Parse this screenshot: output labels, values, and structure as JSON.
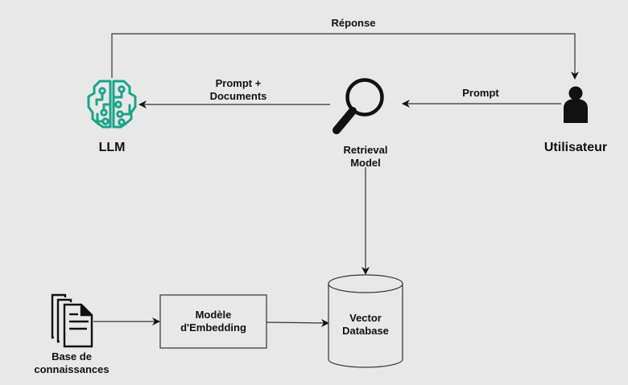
{
  "nodes": {
    "llm": {
      "label": "LLM",
      "icon": "brain-circuit-icon",
      "color": "#1aa38a"
    },
    "retrieval": {
      "label_line1": "Retrieval",
      "label_line2": "Model",
      "icon": "magnifier-icon"
    },
    "user": {
      "label": "Utilisateur",
      "icon": "user-icon"
    },
    "knowledge_base": {
      "label_line1": "Base de",
      "label_line2": "connaissances",
      "icon": "documents-icon"
    },
    "embedding": {
      "label_line1": "Modèle",
      "label_line2": "d'Embedding"
    },
    "vector_db": {
      "label_line1": "Vector",
      "label_line2": "Database"
    }
  },
  "edges": {
    "response": {
      "label": "Réponse"
    },
    "prompt": {
      "label": "Prompt"
    },
    "prompt_docs": {
      "label_line1": "Prompt +",
      "label_line2": "Documents"
    }
  }
}
